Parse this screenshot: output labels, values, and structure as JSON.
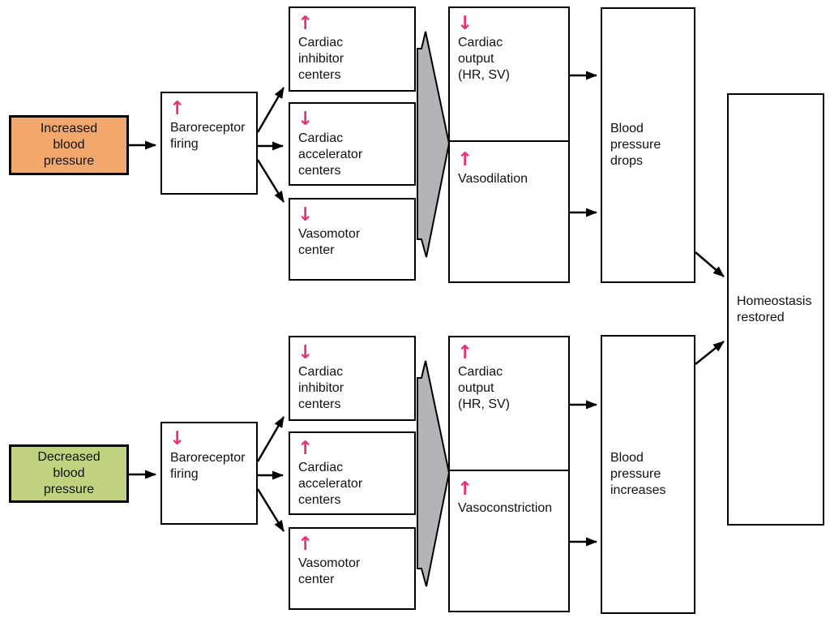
{
  "colors": {
    "increased_bg": "#F2A86C",
    "decreased_bg": "#BFD37F",
    "pink": "#E73179",
    "gray_arrow": "#B4B3B8"
  },
  "top": {
    "stimulus": "Increased\nblood\npressure",
    "baroreceptor": {
      "dir": "↑",
      "label": "Baroreceptor\nfiring"
    },
    "inhibitor": {
      "dir": "↑",
      "label": "Cardiac\ninhibitor\ncenters"
    },
    "accelerator": {
      "dir": "↓",
      "label": "Cardiac\naccelerator\ncenters"
    },
    "vasomotor": {
      "dir": "↓",
      "label": "Vasomotor\ncenter"
    },
    "cardiac_output": {
      "dir": "↓",
      "label": "Cardiac\noutput\n(HR, SV)"
    },
    "vessel_response": {
      "dir": "↑",
      "label": "Vasodilation"
    },
    "outcome": "Blood\npressure\ndrops"
  },
  "bottom": {
    "stimulus": "Decreased\nblood\npressure",
    "baroreceptor": {
      "dir": "↓",
      "label": "Baroreceptor\nfiring"
    },
    "inhibitor": {
      "dir": "↓",
      "label": "Cardiac\ninhibitor\ncenters"
    },
    "accelerator": {
      "dir": "↑",
      "label": "Cardiac\naccelerator\ncenters"
    },
    "vasomotor": {
      "dir": "↑",
      "label": "Vasomotor\ncenter"
    },
    "cardiac_output": {
      "dir": "↑",
      "label": "Cardiac\noutput\n(HR, SV)"
    },
    "vessel_response": {
      "dir": "↑",
      "label": "Vasoconstriction"
    },
    "outcome": "Blood\npressure\nincreases"
  },
  "result": "Homeostasis\nrestored"
}
